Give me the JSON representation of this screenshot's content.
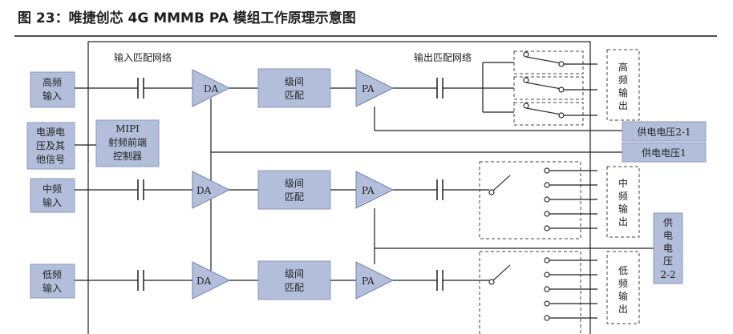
{
  "caption": "图 23：唯捷创芯 4G MMMB PA 模组工作原理示意图",
  "labels": {
    "input_match": "输入匹配网络",
    "output_match": "输出匹配网络",
    "high_in_1": "高频",
    "high_in_2": "输入",
    "power_1": "电源电",
    "power_2": "压及其",
    "power_3": "他信号",
    "mid_in_1": "中频",
    "mid_in_2": "输入",
    "low_in_1": "低频",
    "low_in_2": "输入",
    "mipi_1": "MIPI",
    "mipi_2": "射频前端",
    "mipi_3": "控制器",
    "da": "DA",
    "pa": "PA",
    "interstage_1": "级间",
    "interstage_2": "匹配",
    "high_out": [
      "高",
      "频",
      "输",
      "出"
    ],
    "mid_out": [
      "中",
      "频",
      "输",
      "出"
    ],
    "low_out": [
      "低",
      "频",
      "输",
      "出"
    ],
    "supply_21": "供电电压2-1",
    "supply_1": "供电电压1",
    "supply_22": [
      "供",
      "电",
      "电",
      "压",
      "2-2"
    ]
  }
}
